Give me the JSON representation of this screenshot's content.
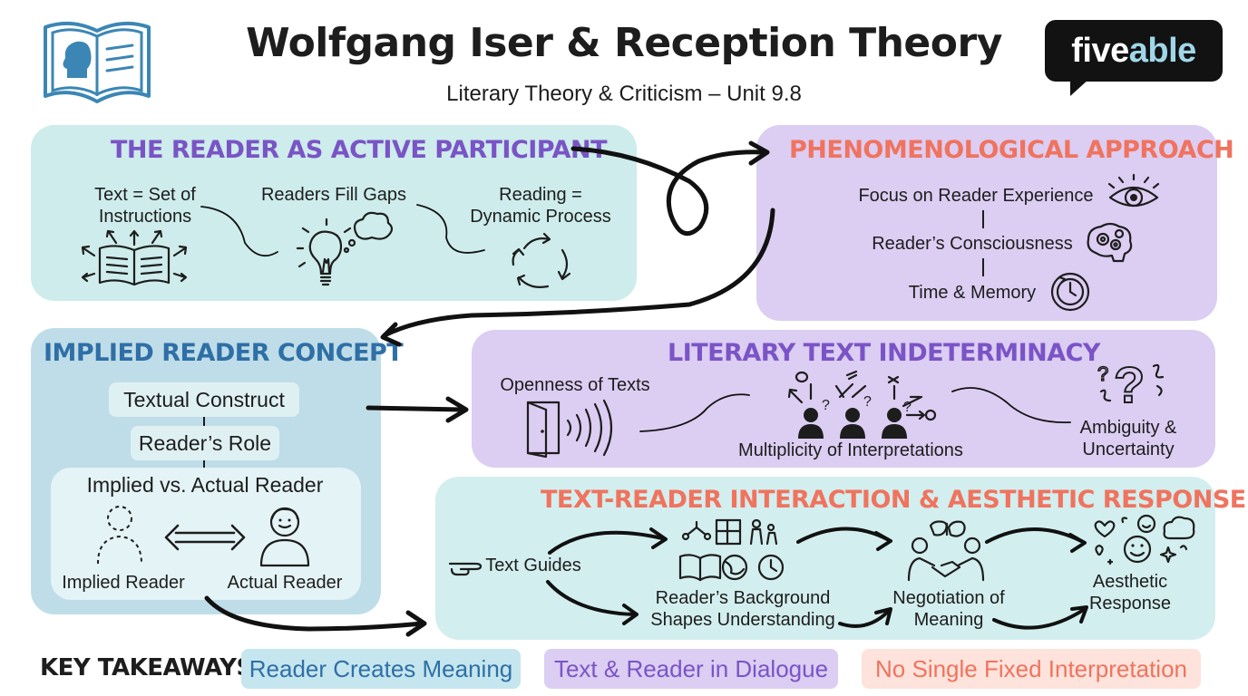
{
  "header": {
    "title": "Wolfgang Iser & Reception Theory",
    "subtitle": "Literary Theory & Criticism – Unit 9.8",
    "logo": {
      "part1": "five",
      "part2": "able"
    }
  },
  "colors": {
    "teal_panel": "#cdeceb",
    "violet_panel": "#dccdf2",
    "blue_panel": "#bfdde8",
    "purple_heading": "#7a54c6",
    "coral_heading": "#f0735e",
    "blue_heading": "#2f6fa6"
  },
  "reader_active": {
    "heading": "THE READER AS ACTIVE PARTICIPANT",
    "item1": "Text = Set of\nInstructions",
    "item2": "Readers Fill Gaps",
    "item3": "Reading =\nDynamic Process",
    "icons": [
      "open-book-icon",
      "lightbulb-icon",
      "cycle-arrows-icon"
    ]
  },
  "phenomenological": {
    "heading": "PHENOMENOLOGICAL APPROACH",
    "item1": "Focus on Reader Experience",
    "item2": "Reader’s Consciousness",
    "item3": "Time & Memory",
    "icons": [
      "eye-icon",
      "brain-gears-icon",
      "clock-icon"
    ]
  },
  "implied_reader": {
    "heading": "IMPLIED READER CONCEPT",
    "pill1": "Textual Construct",
    "pill2": "Reader’s Role",
    "compare_title": "Implied vs. Actual Reader",
    "left_label": "Implied Reader",
    "right_label": "Actual Reader",
    "icons": [
      "dashed-person-icon",
      "double-arrow-icon",
      "person-icon"
    ]
  },
  "indeterminacy": {
    "heading": "LITERARY TEXT INDETERMINACY",
    "item1": "Openness of Texts",
    "item2": "Multiplicity of Interpretations",
    "item3": "Ambiguity &\nUncertainty",
    "icons": [
      "open-door-icon",
      "people-thinking-icon",
      "question-marks-icon"
    ]
  },
  "interaction": {
    "heading": "TEXT-READER INTERACTION & AESTHETIC RESPONSE",
    "item1": "Text Guides",
    "item2": "Reader’s Background\nShapes Understanding",
    "item3": "Negotiation of\nMeaning",
    "item4": "Aesthetic\nResponse",
    "icons": [
      "pointing-hand-icon",
      "background-collage-icon",
      "handshake-icon",
      "emotions-icon"
    ]
  },
  "takeaways": {
    "label": "KEY TAKEAWAYS:",
    "items": [
      "Reader Creates Meaning",
      "Text & Reader in Dialogue",
      "No Single Fixed Interpretation"
    ]
  }
}
